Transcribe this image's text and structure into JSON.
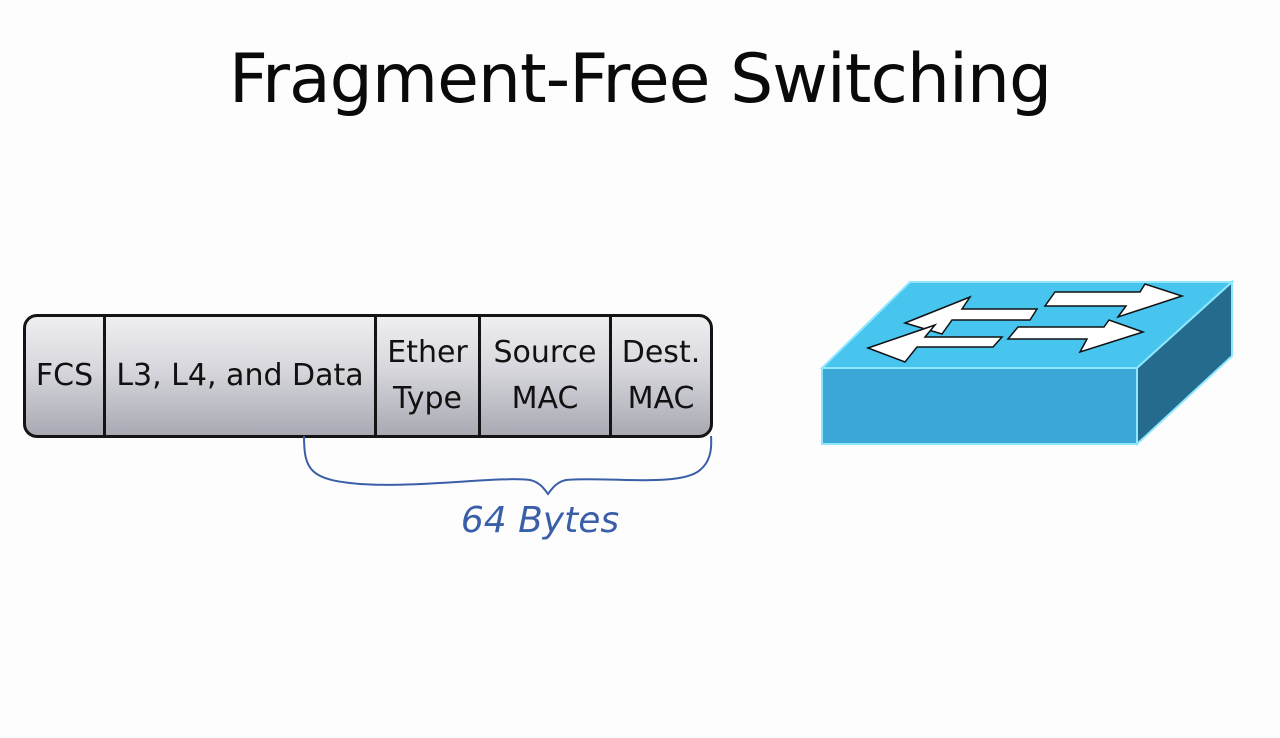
{
  "title": "Fragment-Free Switching",
  "frame": {
    "fields": [
      {
        "line1": "FCS",
        "line2": ""
      },
      {
        "line1": "L3, L4, and Data",
        "line2": ""
      },
      {
        "line1": "Ether",
        "line2": "Type"
      },
      {
        "line1": "Source",
        "line2": "MAC"
      },
      {
        "line1": "Dest.",
        "line2": "MAC"
      }
    ]
  },
  "annotation": {
    "label": "64 Bytes",
    "color": "#3a5fa8"
  },
  "switch": {
    "icon": "network-switch-icon",
    "top_color": "#45c4ef",
    "front_color": "#3aa6d6",
    "side_color": "#256a8c"
  }
}
